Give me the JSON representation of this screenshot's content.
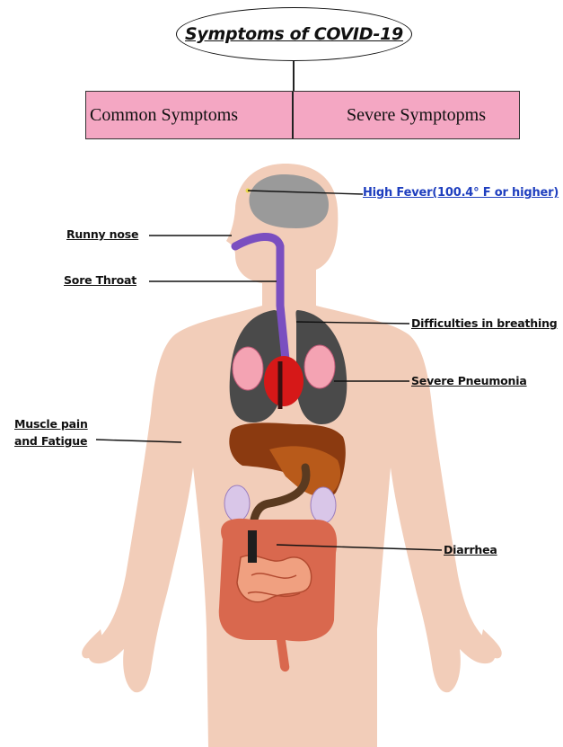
{
  "title": "Symptoms of COVID-19",
  "categories": {
    "common": "Common Symptoms",
    "severe": "Severe Symptopms"
  },
  "labels": {
    "fever": "High Fever(100.4° F or higher)",
    "runny_nose": "Runny nose",
    "sore_throat": "Sore Throat",
    "breathing": "Difficulties in breathing",
    "pneumonia": "Severe Pneumonia",
    "muscle_pain_line1": "Muscle pain",
    "muscle_pain_line2": "and Fatigue",
    "diarrhea": "Diarrhea"
  },
  "colors": {
    "category_bar": "#f4a7c3",
    "skin": "#f2cdb9",
    "fever_text": "#1f3fbf",
    "brain": "#9a9a9a",
    "lungs": "#4a4a4a",
    "airway": "#7a4fc0",
    "heart": "#d61818",
    "liver": "#8b3a10",
    "intestine": "#e0785a"
  },
  "icons": {
    "anatomy": "human-body-anatomy-illustration"
  }
}
